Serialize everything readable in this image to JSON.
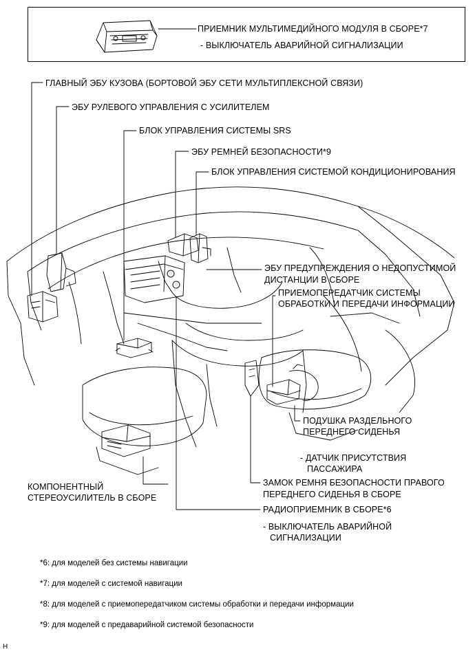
{
  "top_box": {
    "receiver_label": "ПРИЕМНИК МУЛЬТИМЕДИЙНОГО МОДУЛЯ В СБОРЕ*7",
    "hazard_switch_label": "- ВЫКЛЮЧАТЕЛЬ АВАРИЙНОЙ СИГНАЛИЗАЦИИ"
  },
  "labels": {
    "body_ecu": "ГЛАВНЫЙ ЭБУ КУЗОВА (БОРТОВОЙ ЭБУ СЕТИ МУЛЬТИПЛЕКСНОЙ СВЯЗИ)",
    "power_steering_ecu": "ЭБУ РУЛЕВОГО УПРАВЛЕНИЯ С УСИЛИТЕЛЕМ",
    "srs_unit": "БЛОК УПРАВЛЕНИЯ СИСТЕМЫ SRS",
    "seatbelt_ecu": "ЭБУ РЕМНЕЙ БЕЗОПАСНОСТИ*9",
    "ac_unit": "БЛОК УПРАВЛЕНИЯ СИСТЕМОЙ КОНДИЦИОНИРОВАНИЯ",
    "distance_ecu_line1": "ЭБУ ПРЕДУПРЕЖДЕНИЯ О НЕДОПУСТИМОЙ",
    "distance_ecu_line2": "ДИСТАНЦИИ В СБОРЕ",
    "transceiver_line1": "ПРИЕМОПЕРЕДАТЧИК СИСТЕМЫ",
    "transceiver_line2": "ОБРАБОТКИ И ПЕРЕДАЧИ ИНФОРМАЦИИ",
    "seat_cushion_line1": "ПОДУШКА РАЗДЕЛЬНОГО",
    "seat_cushion_line2": "ПЕРЕДНЕГО СИДЕНЬЯ",
    "occupant_sensor_line1": "- ДАТЧИК ПРИСУТСТВИЯ",
    "occupant_sensor_line2": "ПАССАЖИРА",
    "buckle_line1": "ЗАМОК РЕМНЯ БЕЗОПАСНОСТИ ПРАВОГО",
    "buckle_line2": "ПЕРЕДНЕГО СИДЕНЬЯ В СБОРЕ",
    "radio_receiver": "РАДИОПРИЕМНИК В СБОРЕ*6",
    "radio_hazard_line1": "- ВЫКЛЮЧАТЕЛЬ АВАРИЙНОЙ",
    "radio_hazard_line2": "СИГНАЛИЗАЦИИ",
    "amplifier_line1": "КОМПОНЕНТНЫЙ",
    "amplifier_line2": "СТЕРЕОУСИЛИТЕЛЬ В СБОРЕ"
  },
  "footnotes": [
    "*6: для моделей без системы навигации",
    "*7: для моделей с системой навигации",
    "*8: для моделей с приемопередатчиком системы обработки и передачи информации",
    "*9: для моделей с предаварийной системой безопасности"
  ],
  "corner_mark": "H"
}
